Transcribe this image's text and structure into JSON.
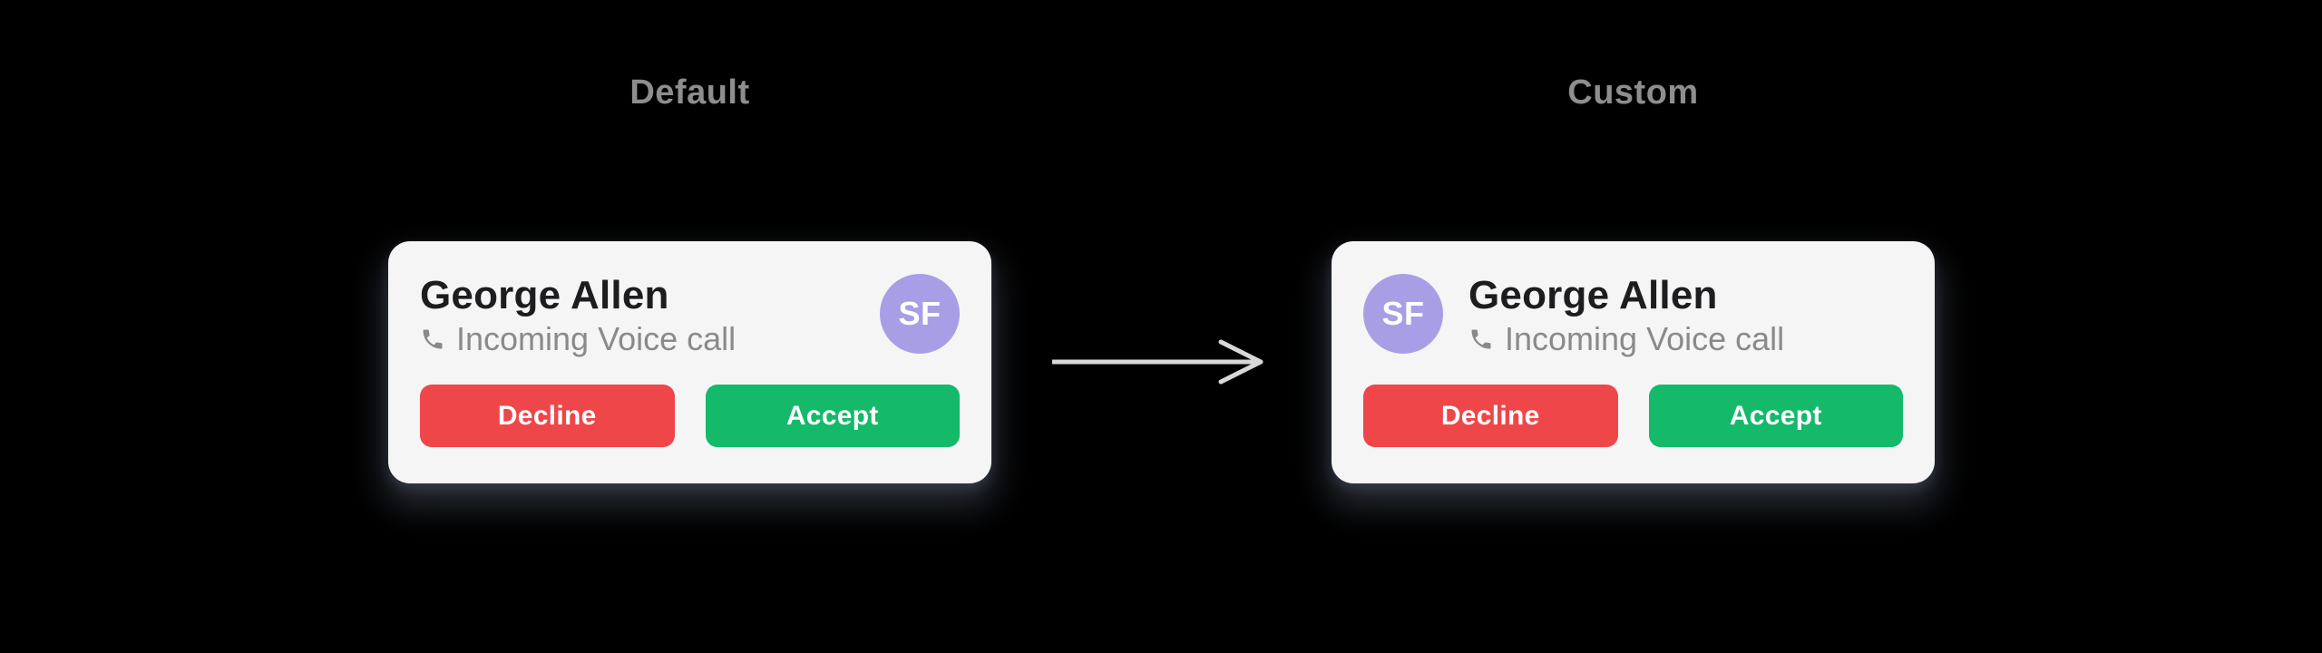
{
  "page": {
    "background": "#000000",
    "description": "Comparison of default and custom incoming call notification cards"
  },
  "panels": [
    {
      "label": "Default",
      "card": {
        "name": "George Allen",
        "call_status": "Incoming Voice call",
        "avatar_initials": "SF",
        "buttons": {
          "decline": "Decline",
          "accept": "Accept"
        }
      }
    },
    {
      "label": "Custom",
      "card": {
        "name": "George Allen",
        "call_status": "Incoming Voice call",
        "avatar_initials": "SF",
        "buttons": {
          "decline": "Decline",
          "accept": "Accept"
        }
      }
    }
  ],
  "icons": {
    "phone": "phone-icon",
    "arrow": "arrow-right-icon"
  },
  "colors": {
    "background": "#000000",
    "card_background": "#f5f5f6",
    "panel_label_text": "#8e8e8e",
    "caller_name_text": "#1d1d1f",
    "call_status_text": "#8a8a8a",
    "avatar_background": "#a89ee6",
    "avatar_text": "#ffffff",
    "decline_button": "#ef4649",
    "accept_button": "#14b969",
    "button_text": "#ffffff",
    "arrow": "#d8d8d8"
  }
}
